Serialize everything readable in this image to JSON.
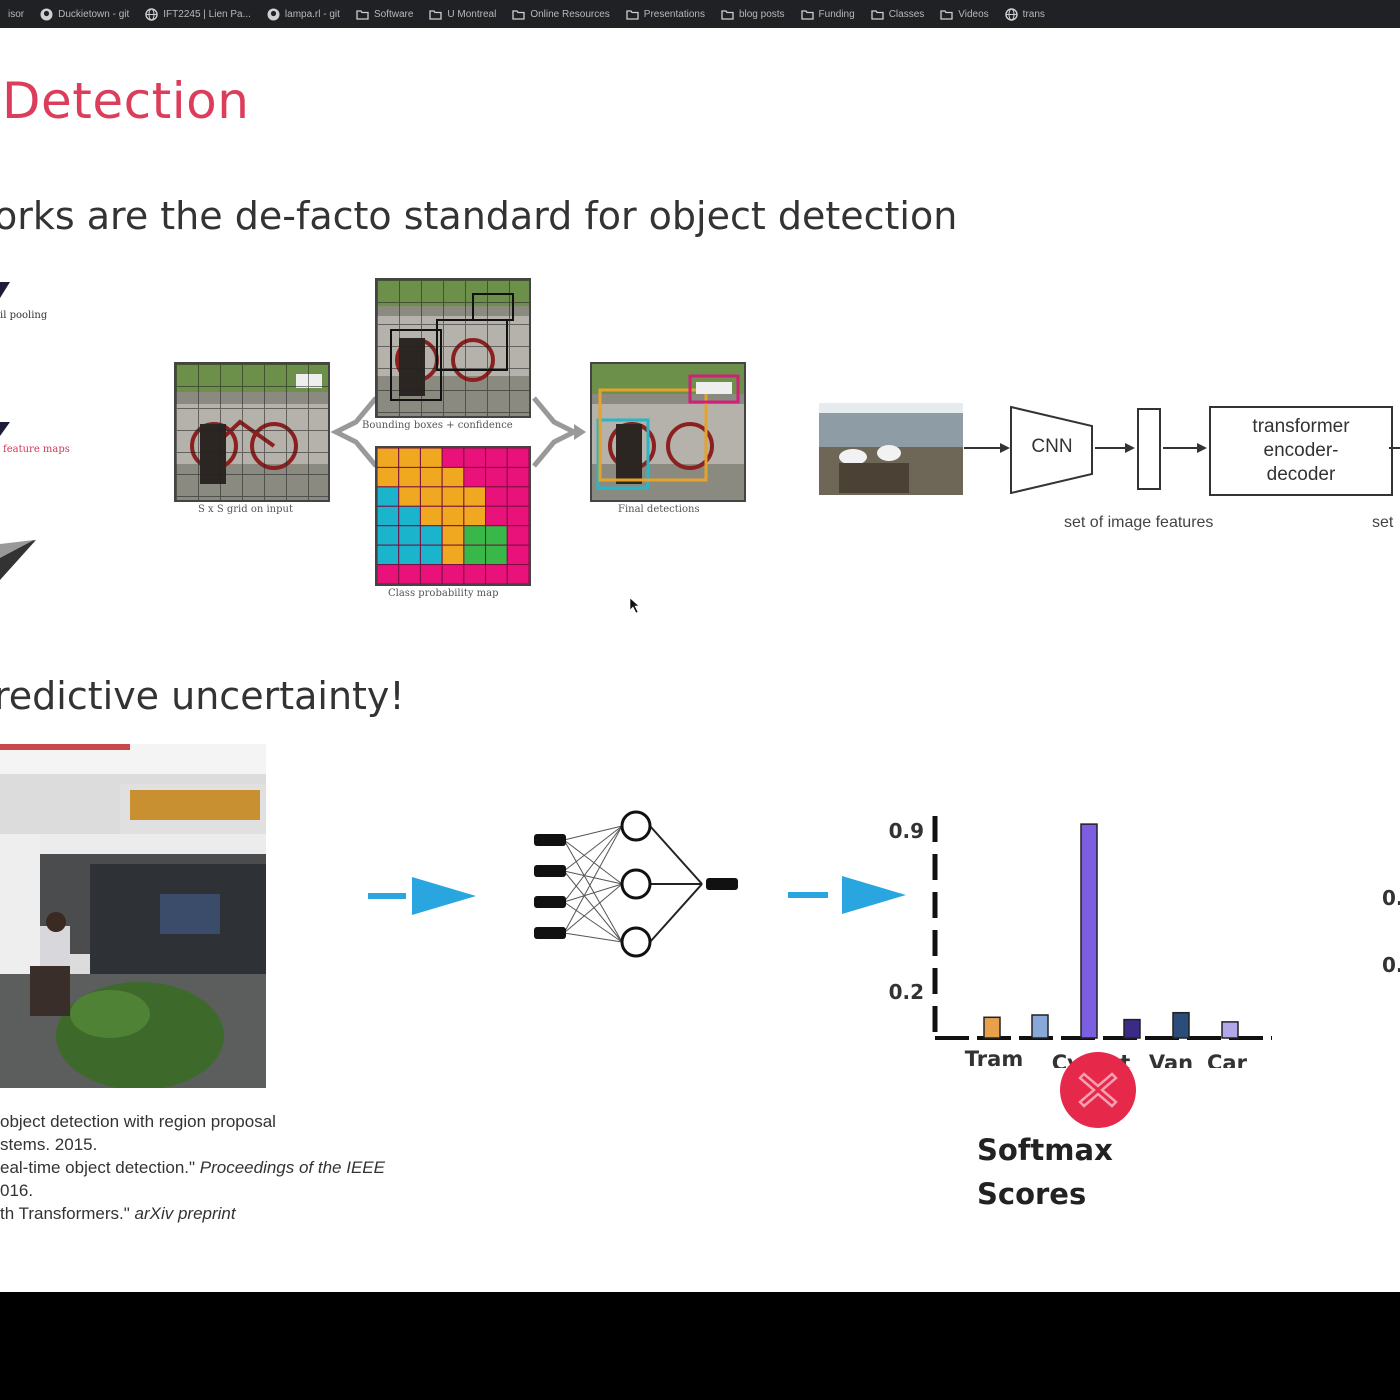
{
  "bookmarks": [
    {
      "label": "isor",
      "icon": "none"
    },
    {
      "label": "Duckietown - git",
      "icon": "github-icon"
    },
    {
      "label": "IFT2245 | Lien Pa...",
      "icon": "globe-icon"
    },
    {
      "label": "lampa.rl - git",
      "icon": "github-icon"
    },
    {
      "label": "Software",
      "icon": "folder-icon"
    },
    {
      "label": "U Montreal",
      "icon": "folder-icon"
    },
    {
      "label": "Online Resources",
      "icon": "folder-icon"
    },
    {
      "label": "Presentations",
      "icon": "folder-icon"
    },
    {
      "label": "blog posts",
      "icon": "folder-icon"
    },
    {
      "label": "Funding",
      "icon": "folder-icon"
    },
    {
      "label": "Classes",
      "icon": "folder-icon"
    },
    {
      "label": "Videos",
      "icon": "folder-icon"
    },
    {
      "label": "trans",
      "icon": "globe-icon"
    }
  ],
  "slide": {
    "title": "Detection",
    "bullet_1": "orks are the de-facto standard for object detection",
    "bullet_2": "redictive uncertainty!",
    "left_fragment": {
      "label_1": "il pooling",
      "label_2": "feature maps"
    },
    "yolo": {
      "caption_input": "S x S grid on input",
      "caption_boxes": "Bounding boxes + confidence",
      "caption_classmap": "Class probability map",
      "caption_final": "Final detections"
    },
    "detr": {
      "cnn_label": "CNN",
      "transformer_label": "transformer encoder-decoder",
      "caption_features": "set of image features",
      "caption_right": "set"
    },
    "references": [
      {
        "text": "object detection with region proposal",
        "italic": ""
      },
      {
        "text": "stems. 2015.",
        "italic": ""
      },
      {
        "text": "eal-time object detection.\" ",
        "italic": "Proceedings of the IEEE"
      },
      {
        "text": "016.",
        "italic": ""
      },
      {
        "text": "th Transformers.\" ",
        "italic": "arXiv preprint"
      }
    ],
    "softmax": {
      "line_1": "Softmax",
      "line_2": "Scores",
      "reject_icon": "x-circle-icon"
    },
    "right_edge_ticks": [
      "0.",
      "0."
    ]
  },
  "chart_data": {
    "type": "bar",
    "title": "",
    "ylabel": "",
    "yticks": [
      0.9,
      0.2
    ],
    "ylim": [
      0,
      1.0
    ],
    "categories": [
      "Tram",
      "",
      "Cyclist",
      "",
      "Van",
      "Car"
    ],
    "category_labels_shown": [
      "Tram",
      "Cyclist",
      "Van",
      "Car"
    ],
    "values": [
      0.09,
      0.1,
      0.93,
      0.08,
      0.11,
      0.07
    ],
    "colors": [
      "#e8a04a",
      "#86a9d8",
      "#7b5fe0",
      "#3c2a88",
      "#2a4d7a",
      "#b0a8e8"
    ],
    "grid": false,
    "legend": "none"
  }
}
